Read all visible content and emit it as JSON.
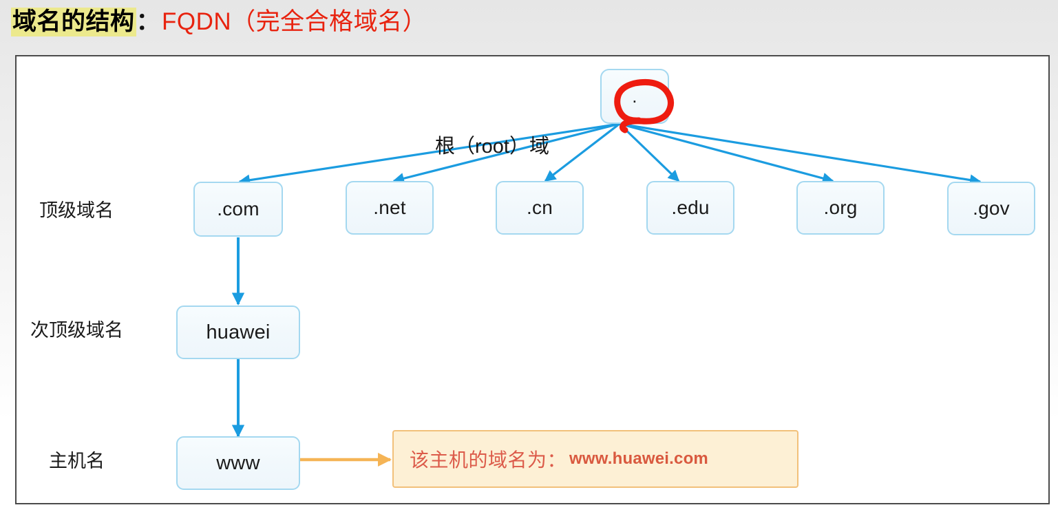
{
  "title": {
    "highlight": "域名的结构",
    "colon": "：",
    "red": "FQDN（完全合格域名）"
  },
  "diagram": {
    "root_caption": "根（root）域",
    "row_labels": {
      "tld": "顶级域名",
      "second_level": "次顶级域名",
      "host": "主机名"
    },
    "root_node": {
      "label": ".",
      "annotation": "red-circle-highlight"
    },
    "tld_nodes": [
      {
        "label": ".com"
      },
      {
        "label": ".net"
      },
      {
        "label": ".cn"
      },
      {
        "label": ".edu"
      },
      {
        "label": ".org"
      },
      {
        "label": ".gov"
      }
    ],
    "second_level_node": {
      "label": "huawei"
    },
    "host_node": {
      "label": "www"
    },
    "callout": {
      "text": "该主机的域名为：",
      "domain": "www.huawei.com"
    }
  },
  "colors": {
    "highlight_yellow": "#ece98d",
    "title_red": "#e8230f",
    "node_border_blue": "#a4d8f0",
    "node_fill": "#f2f9fd",
    "arrow_blue": "#1b9ce0",
    "annotation_red": "#ee1c10",
    "callout_fill": "#fdf0d5",
    "callout_border": "#f2c07a",
    "callout_text": "#dc5b4a",
    "frame_border": "#4a4a4a"
  }
}
